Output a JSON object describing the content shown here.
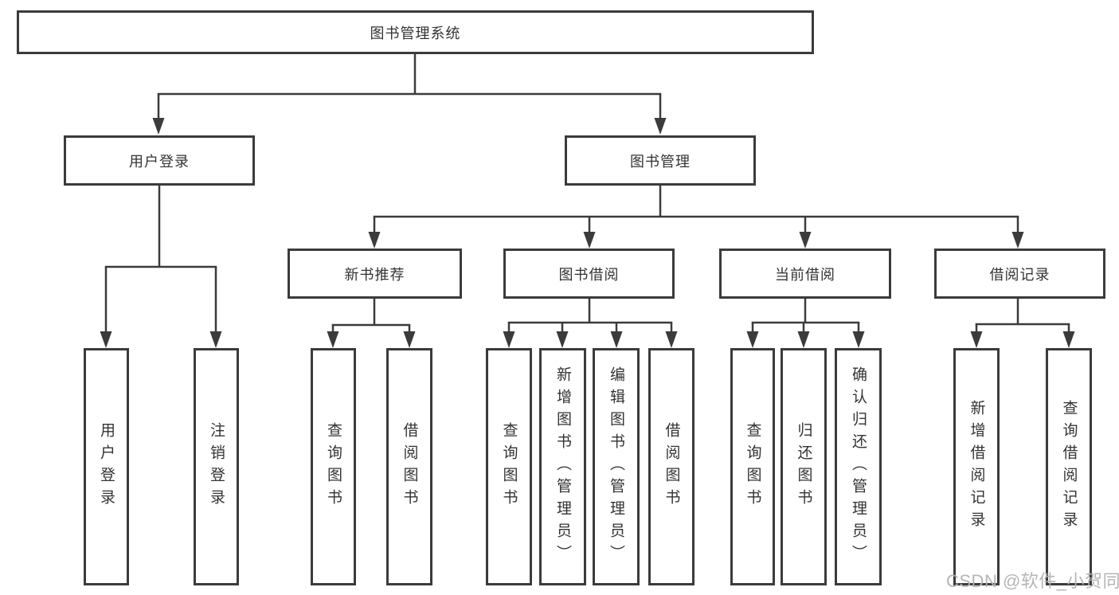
{
  "colors": {
    "line": "#3b3b3b",
    "box_border": "#3b3b3b",
    "text": "#333333",
    "background": "#ffffff",
    "watermark": "#b2b2b2"
  },
  "tree": {
    "root": "图书管理系统",
    "branches": [
      {
        "label": "用户登录",
        "leaves": [
          "用户登录",
          "注销登录"
        ]
      },
      {
        "label": "图书管理",
        "children": [
          {
            "label": "新书推荐",
            "leaves": [
              "查询图书",
              "借阅图书"
            ]
          },
          {
            "label": "图书借阅",
            "leaves": [
              "查询图书",
              "新增图书（管理员）",
              "编辑图书（管理员）",
              "借阅图书"
            ]
          },
          {
            "label": "当前借阅",
            "leaves": [
              "查询图书",
              "归还图书",
              "确认归还（管理员）"
            ]
          },
          {
            "label": "借阅记录",
            "leaves": [
              "新增借阅记录",
              "查询借阅记录"
            ]
          }
        ]
      }
    ]
  },
  "watermark": {
    "text": "CSDN @软件_小贺同学"
  }
}
